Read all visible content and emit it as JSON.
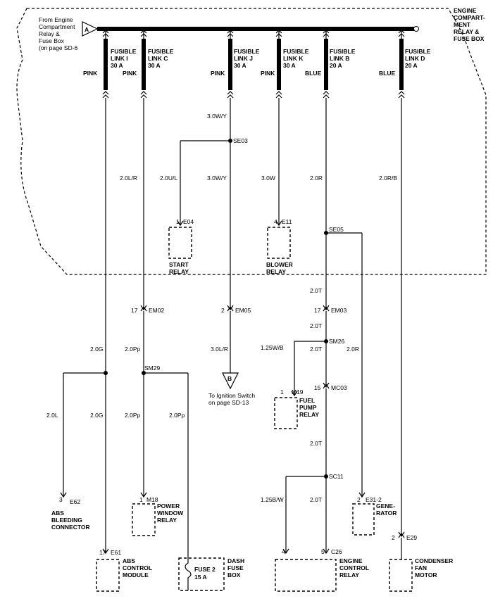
{
  "header": {
    "from_label": [
      "From Engine",
      "Compartment",
      "Relay &",
      "Fuse Box",
      "(on page SD-6"
    ],
    "box_label": [
      "ENGINE",
      "COMPART-",
      "MENT",
      "RELAY &",
      "FUSE BOX"
    ],
    "connector_a": "A",
    "connector_b": "B"
  },
  "fusible_links": [
    {
      "name": [
        "FUSIBLE",
        "LINK I"
      ],
      "rating": "30 A",
      "color": "PINK"
    },
    {
      "name": [
        "FUSIBLE",
        "LINK C"
      ],
      "rating": "30 A",
      "color": "PINK"
    },
    {
      "name": [
        "FUSIBLE",
        "LINK J"
      ],
      "rating": "30 A",
      "color": "PINK"
    },
    {
      "name": [
        "FUSIBLE",
        "LINK K"
      ],
      "rating": "30 A",
      "color": "PINK"
    },
    {
      "name": [
        "FUSIBLE",
        "LINK B"
      ],
      "rating": "20 A",
      "color": "BLUE"
    },
    {
      "name": [
        "FUSIBLE",
        "LINK D"
      ],
      "rating": "20 A",
      "color": "BLUE"
    }
  ],
  "wires": {
    "w_3ow_y_top": "3.0W/Y",
    "w_2ol_r": "2.0L/R",
    "w_2oul": "2.0U/L",
    "w_3ow_y": "3.0W/Y",
    "w_3ow": "3.0W",
    "w_2or": "2.0R",
    "w_2or_b": "2.0R/B",
    "w_2ot_1": "2.0T",
    "w_2ot_2": "2.0T",
    "w_2og": "2.0G",
    "w_2opp": "2.0Pp",
    "w_3ol_r": "3.0L/R",
    "w_125wb": "1.25W/B",
    "w_2ot_3": "2.0T",
    "w_2or_2": "2.0R",
    "w_2ol": "2.0L",
    "w_2og_2": "2.0G",
    "w_2opp_2": "2.0Pp",
    "w_2opp_3": "2.0Pp",
    "w_2ot_4": "2.0T",
    "w_125bw": "1.25B/W",
    "w_2ot_5": "2.0T"
  },
  "splices": {
    "se03": "SE03",
    "se05": "SE05",
    "sm26": "SM26",
    "sm29": "SM29",
    "sc11": "SC11"
  },
  "connectors": {
    "e04_pin": "1",
    "e04": "E04",
    "e11_pin": "4",
    "e11": "E11",
    "em02_pin": "17",
    "em02": "EM02",
    "em05_pin": "2",
    "em05": "EM05",
    "em03_pin": "17",
    "em03": "EM03",
    "m19_pin": "1",
    "m19": "M19",
    "mc03_pin": "15",
    "mc03": "MC03",
    "e62_pin": "3",
    "e62": "E62",
    "m18_pin": "1",
    "m18": "M18",
    "e31_pin": "2",
    "e31": "E31-2",
    "e29_pin": "2",
    "e29": "E29",
    "e61_pin": "17",
    "e61": "E61",
    "c26_pin_a": "4",
    "c26_pin_b": "5",
    "c26": "C26"
  },
  "components": {
    "start_relay": [
      "START",
      "RELAY"
    ],
    "blower_relay": [
      "BLOWER",
      "RELAY"
    ],
    "fuel_pump_relay": [
      "FUEL",
      "PUMP",
      "RELAY"
    ],
    "ignition_ref": [
      "To Ignition Switch",
      "on page SD-13"
    ],
    "abs_bleeding": [
      "ABS",
      "BLEEDING",
      "CONNECTOR"
    ],
    "power_window_relay": [
      "POWER",
      "WINDOW",
      "RELAY"
    ],
    "generator": [
      "GENE-",
      "RATOR"
    ],
    "abs_control": [
      "ABS",
      "CONTROL",
      "MODULE"
    ],
    "fuse2": [
      "FUSE 2",
      "15 A"
    ],
    "dash_fuse_box": [
      "DASH",
      "FUSE",
      "BOX"
    ],
    "ecr": [
      "ENGINE",
      "CONTROL",
      "RELAY"
    ],
    "condenser": [
      "CONDENSER",
      "FAN",
      "MOTOR"
    ]
  }
}
